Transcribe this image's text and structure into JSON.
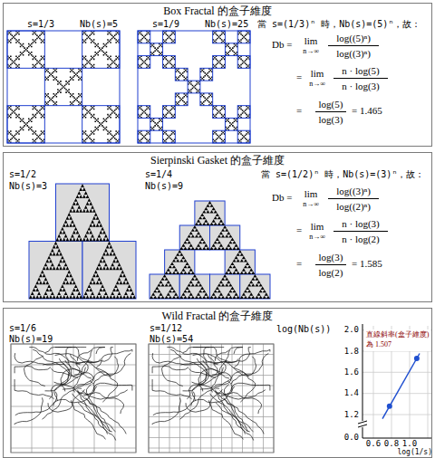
{
  "diagram": {
    "nodes": [
      {
        "text": [
          "Box Fractal 的盒子維度"
        ]
      },
      {
        "text": [
          "Sierpinski Gasket 的盒子維度"
        ]
      },
      {
        "text": [
          "Wild Fractal 的盒子維度"
        ]
      }
    ],
    "labels": [
      "s=1/3",
      "Nb(s)=5",
      "s=1/9",
      "Nb(s)=25",
      "當 s=(1/3)ⁿ 時，Nb(s)=(5)ⁿ，故：",
      "Db =",
      "lim",
      "n→∞",
      "log((5)ⁿ)",
      "log((3)ⁿ)",
      "=",
      "lim",
      "n→∞",
      "n · log(5)",
      "n · log(3)",
      "=",
      "log(5)",
      "log(3)",
      "= 1.465",
      "s=1/2",
      "Nb(s)=3",
      "s=1/4",
      "Nb(s)=9",
      "當 s=(1/2)ⁿ 時，Nb(s)=(3)ⁿ，故：",
      "Db =",
      "lim",
      "n→∞",
      "log((3)ⁿ)",
      "log((2)ⁿ)",
      "=",
      "lim",
      "n→∞",
      "n · log(3)",
      "n · log(2)",
      "=",
      "log(3)",
      "log(2)",
      "= 1.585",
      "s=1/6",
      "Nb(s)=19",
      "s=1/12",
      "Nb(s)=54",
      "log(Nb(s))",
      "直線斜率(盒子維度)",
      "為 1.507",
      "2.0",
      "1.8",
      "1.6",
      "1.4",
      "1.2",
      "0.0",
      "0.6",
      "0.8",
      "1.0",
      "log(1/s)"
    ]
  }
}
